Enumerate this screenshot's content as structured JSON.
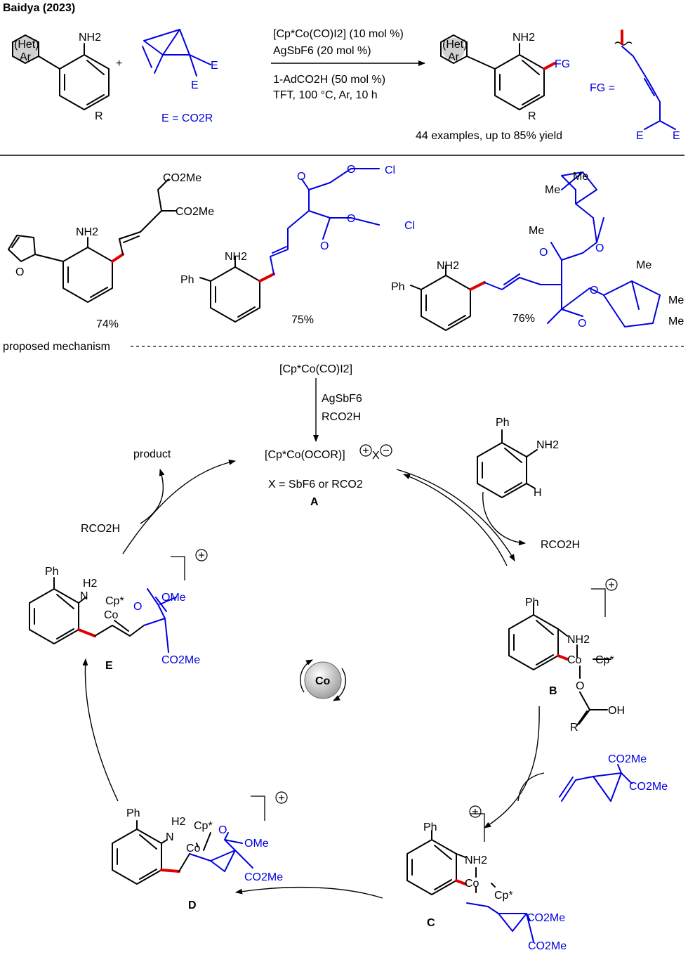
{
  "header": {
    "title": "Baidya (2023)"
  },
  "reaction": {
    "het_ar": [
      "(Het)",
      "Ar"
    ],
    "nh2": "NH2",
    "r": "R",
    "plus": "+",
    "e": "E",
    "e_def": "E = CO2R",
    "conditions": [
      "[Cp*Co(CO)I2] (10 mol %)",
      "AgSbF6 (20 mol %)",
      "1-AdCO2H (50 mol %)",
      "TFT, 100 °C, Ar, 10 h"
    ],
    "fg": "FG",
    "fg_eq": "FG =",
    "scope": "44 examples, up to 85% yield"
  },
  "examples": [
    {
      "yield": "74%",
      "labels": [
        "CO2Me",
        "CO2Me",
        "NH2",
        "O"
      ]
    },
    {
      "yield": "75%",
      "labels": [
        "Cl",
        "Cl",
        "O",
        "O",
        "O",
        "O",
        "NH2",
        "Ph"
      ]
    },
    {
      "yield": "76%",
      "labels": [
        "Me",
        "Me",
        "Me",
        "Me",
        "Me",
        "Me",
        "O",
        "O",
        "O",
        "O",
        "NH2",
        "Ph"
      ]
    }
  ],
  "mechanism": {
    "heading": "proposed mechanism",
    "precat": "[Cp*Co(CO)I2]",
    "additives": [
      "AgSbF6",
      "RCO2H"
    ],
    "species_a": "[Cp*Co(OCOR)]",
    "x_anion": "X",
    "x_def": "X = SbF6 or RCO2",
    "label_a": "A",
    "product": "product",
    "rco2h_in": "RCO2H",
    "rco2h_out": "RCO2H",
    "label_b": "B",
    "label_c": "C",
    "label_d": "D",
    "label_e": "E",
    "co_center": "Co",
    "co2me": "CO2Me",
    "ome": "OMe",
    "cp": "Cp*",
    "ph": "Ph",
    "nh2": "NH2",
    "h2": "H2",
    "n": "N",
    "co": "Co",
    "o": "O",
    "oh": "OH",
    "h": "H",
    "r": "R"
  }
}
